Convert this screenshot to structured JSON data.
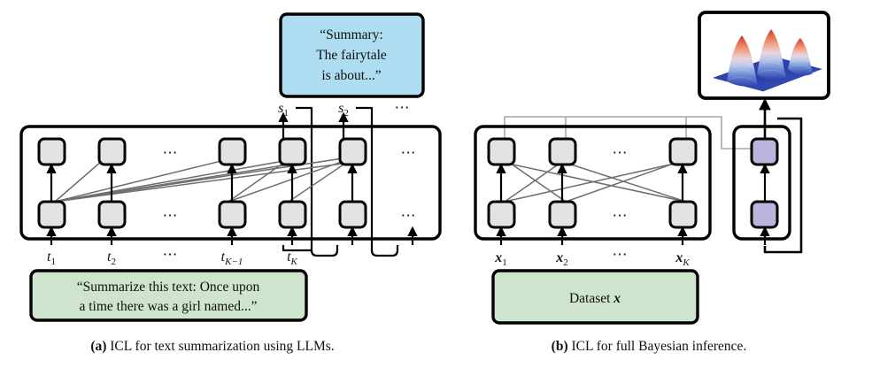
{
  "figure": {
    "panels": [
      {
        "id": "a",
        "caption_label": "(a)",
        "caption_text": "ICL for text summarization using LLMs.",
        "output_box": {
          "name": "summary-output-box",
          "fill": "#aedcf0",
          "lines": [
            "“Summary:",
            "The fairytale",
            "is about...”"
          ]
        },
        "input_box": {
          "name": "prompt-input-box",
          "fill": "#cfe4cd",
          "lines": [
            "“Summarize this text:  Once upon",
            "a time there was a girl named...”"
          ]
        },
        "input_tokens": [
          "t",
          "t",
          "t",
          "t"
        ],
        "input_token_labels": [
          {
            "base": "t",
            "sub": "1"
          },
          {
            "base": "t",
            "sub": "2"
          },
          {
            "base": "t",
            "sub": "K−1"
          },
          {
            "base": "t",
            "sub": "K"
          }
        ],
        "input_ellipsis": "⋯",
        "output_token_labels": [
          {
            "base": "s",
            "sub": "1"
          },
          {
            "base": "s",
            "sub": "2"
          }
        ],
        "output_ellipsis": "⋯",
        "row_ellipsis": "⋯",
        "cell_fill": "#e3e3e3"
      },
      {
        "id": "b",
        "caption_label": "(b)",
        "caption_text": "ICL for full Bayesian inference.",
        "input_box": {
          "name": "dataset-input-box",
          "fill": "#cfe4cd",
          "lines": [
            "Dataset 𝒙"
          ],
          "text_plain": "Dataset",
          "text_math": "x"
        },
        "output_box": {
          "name": "posterior-density-plot-box",
          "fill": "#ffffff",
          "plot_type": "3d-surface",
          "description": "three-peak 3D density surface, blue-to-red colormap",
          "peaks": 3
        },
        "input_token_labels": [
          {
            "base": "x",
            "sub": "1"
          },
          {
            "base": "x",
            "sub": "2"
          },
          {
            "base": "x",
            "sub": "K"
          }
        ],
        "input_ellipsis": "⋯",
        "row_ellipsis": "⋯",
        "cell_fill": "#e3e3e3",
        "query_cell_fill": "#bcb4dd"
      }
    ],
    "colors": {
      "outline": "#000000",
      "cell_fill": "#e3e3e3",
      "query_cell_fill": "#bcb4dd",
      "prompt_green": "#cfe4cd",
      "summary_blue": "#aedcf0",
      "attention_line": "#6e6e6e",
      "skip_line": "#a8a8a8",
      "background": "#ffffff"
    }
  }
}
